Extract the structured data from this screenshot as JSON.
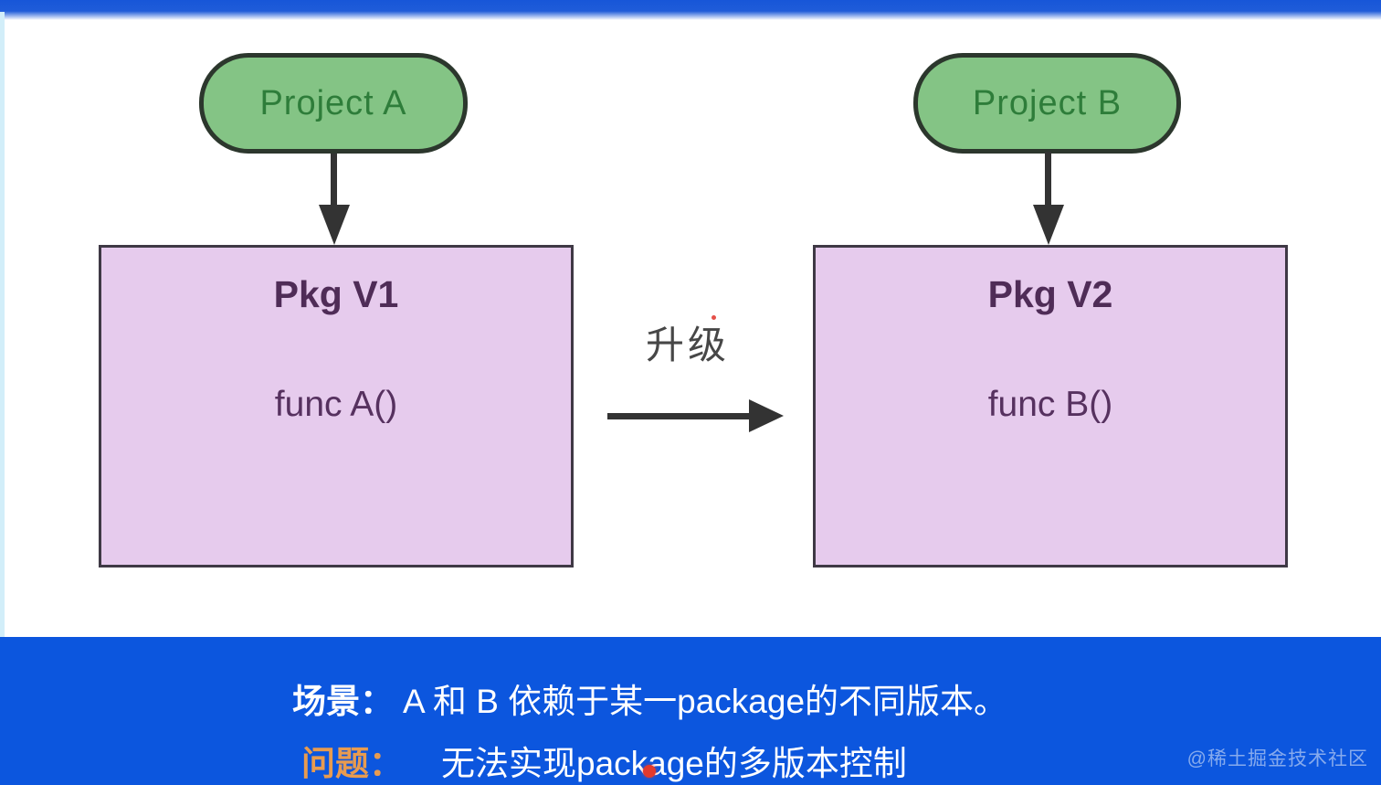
{
  "diagram": {
    "project_a": {
      "label": "Project A"
    },
    "project_b": {
      "label": "Project B"
    },
    "pkg_v1": {
      "title": "Pkg V1",
      "func": "func A()"
    },
    "pkg_v2": {
      "title": "Pkg V2",
      "func": "func B()"
    },
    "upgrade_label": "升级"
  },
  "caption": {
    "scene_label": "场景：",
    "scene_text": "A 和 B 依赖于某一package的不同版本。",
    "problem_label": "问题：",
    "problem_text": "无法实现package的多版本控制"
  },
  "watermark": "@稀土掘金技术社区",
  "colors": {
    "top_strip_blue": "#1756d8",
    "caption_bar_blue": "#0c56de",
    "green_fill": "#84c485",
    "green_border": "#2c372d",
    "green_text": "#2e7d3a",
    "purple_fill": "#e6cbed",
    "purple_border": "#3f3945",
    "purple_text": "#4f2c57",
    "arrow_color": "#333333",
    "problem_label_orange": "#e89b50",
    "pointer_dot_red": "#e23a2e"
  }
}
